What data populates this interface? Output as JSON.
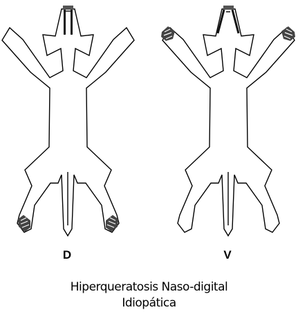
{
  "views": [
    {
      "label": "D"
    },
    {
      "label": "V"
    }
  ],
  "caption": {
    "line1": "Hiperqueratosis Naso-digital",
    "line2": "Idiopática"
  },
  "colors": {
    "outline": "#000000",
    "lesion": "#3a3a3a",
    "background": "#ffffff"
  }
}
